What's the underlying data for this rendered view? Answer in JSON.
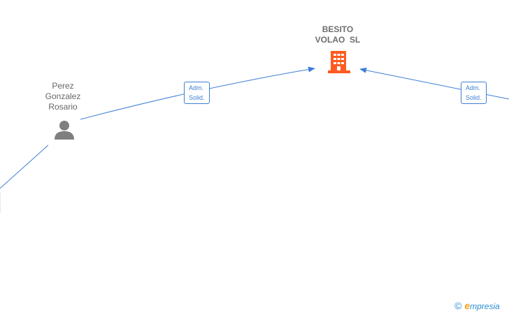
{
  "nodes": {
    "company": {
      "name_line1": "BESITO",
      "name_line2": "VOLAO  SL",
      "icon": "building-icon",
      "icon_color": "#ff5a1f"
    },
    "person": {
      "name_line1": "Perez",
      "name_line2": "Gonzalez",
      "name_line3": "Rosario",
      "icon": "person-icon",
      "icon_color": "#7f7f7f"
    }
  },
  "edges": {
    "left_label_line1": "Adm.",
    "left_label_line2": "Solid.",
    "right_label_line1": "Adm.",
    "right_label_line2": "Solid.",
    "color": "#3d7fd6"
  },
  "footer": {
    "copyright_symbol": "©",
    "brand_initial": "e",
    "brand_rest": "mpresia"
  }
}
